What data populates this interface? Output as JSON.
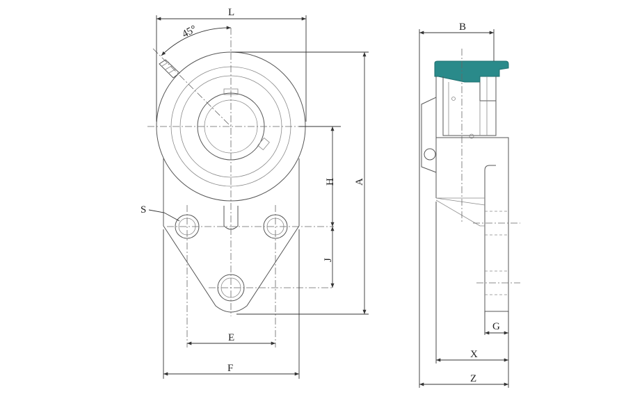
{
  "labels": {
    "L": "L",
    "angle": "45°",
    "S": "S",
    "H": "H",
    "A": "A",
    "J": "J",
    "E": "E",
    "F": "F",
    "B": "B",
    "G": "G",
    "X": "X",
    "Z": "Z"
  },
  "colors": {
    "accent": "#2a8a8a",
    "line": "#555555"
  }
}
